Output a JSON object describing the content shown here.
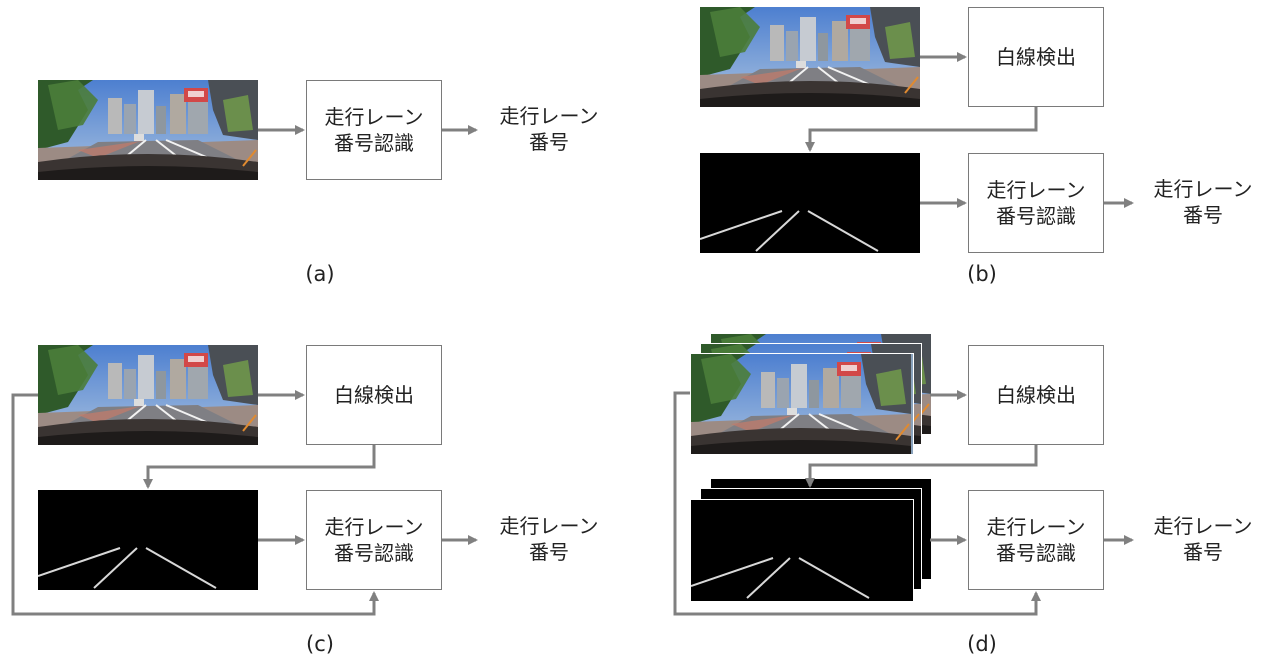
{
  "labels": {
    "recognition_line1": "走行レーン",
    "recognition_line2": "番号認識",
    "detection": "白線検出",
    "output_line1": "走行レーン",
    "output_line2": "番号"
  },
  "captions": {
    "a": "(a)",
    "b": "(b)",
    "c": "(c)",
    "d": "(d)"
  },
  "colors": {
    "arrow": "#808080",
    "box_border": "#7a7a7a",
    "mask_bg": "#000000",
    "lane_line": "#d8d8d8"
  }
}
